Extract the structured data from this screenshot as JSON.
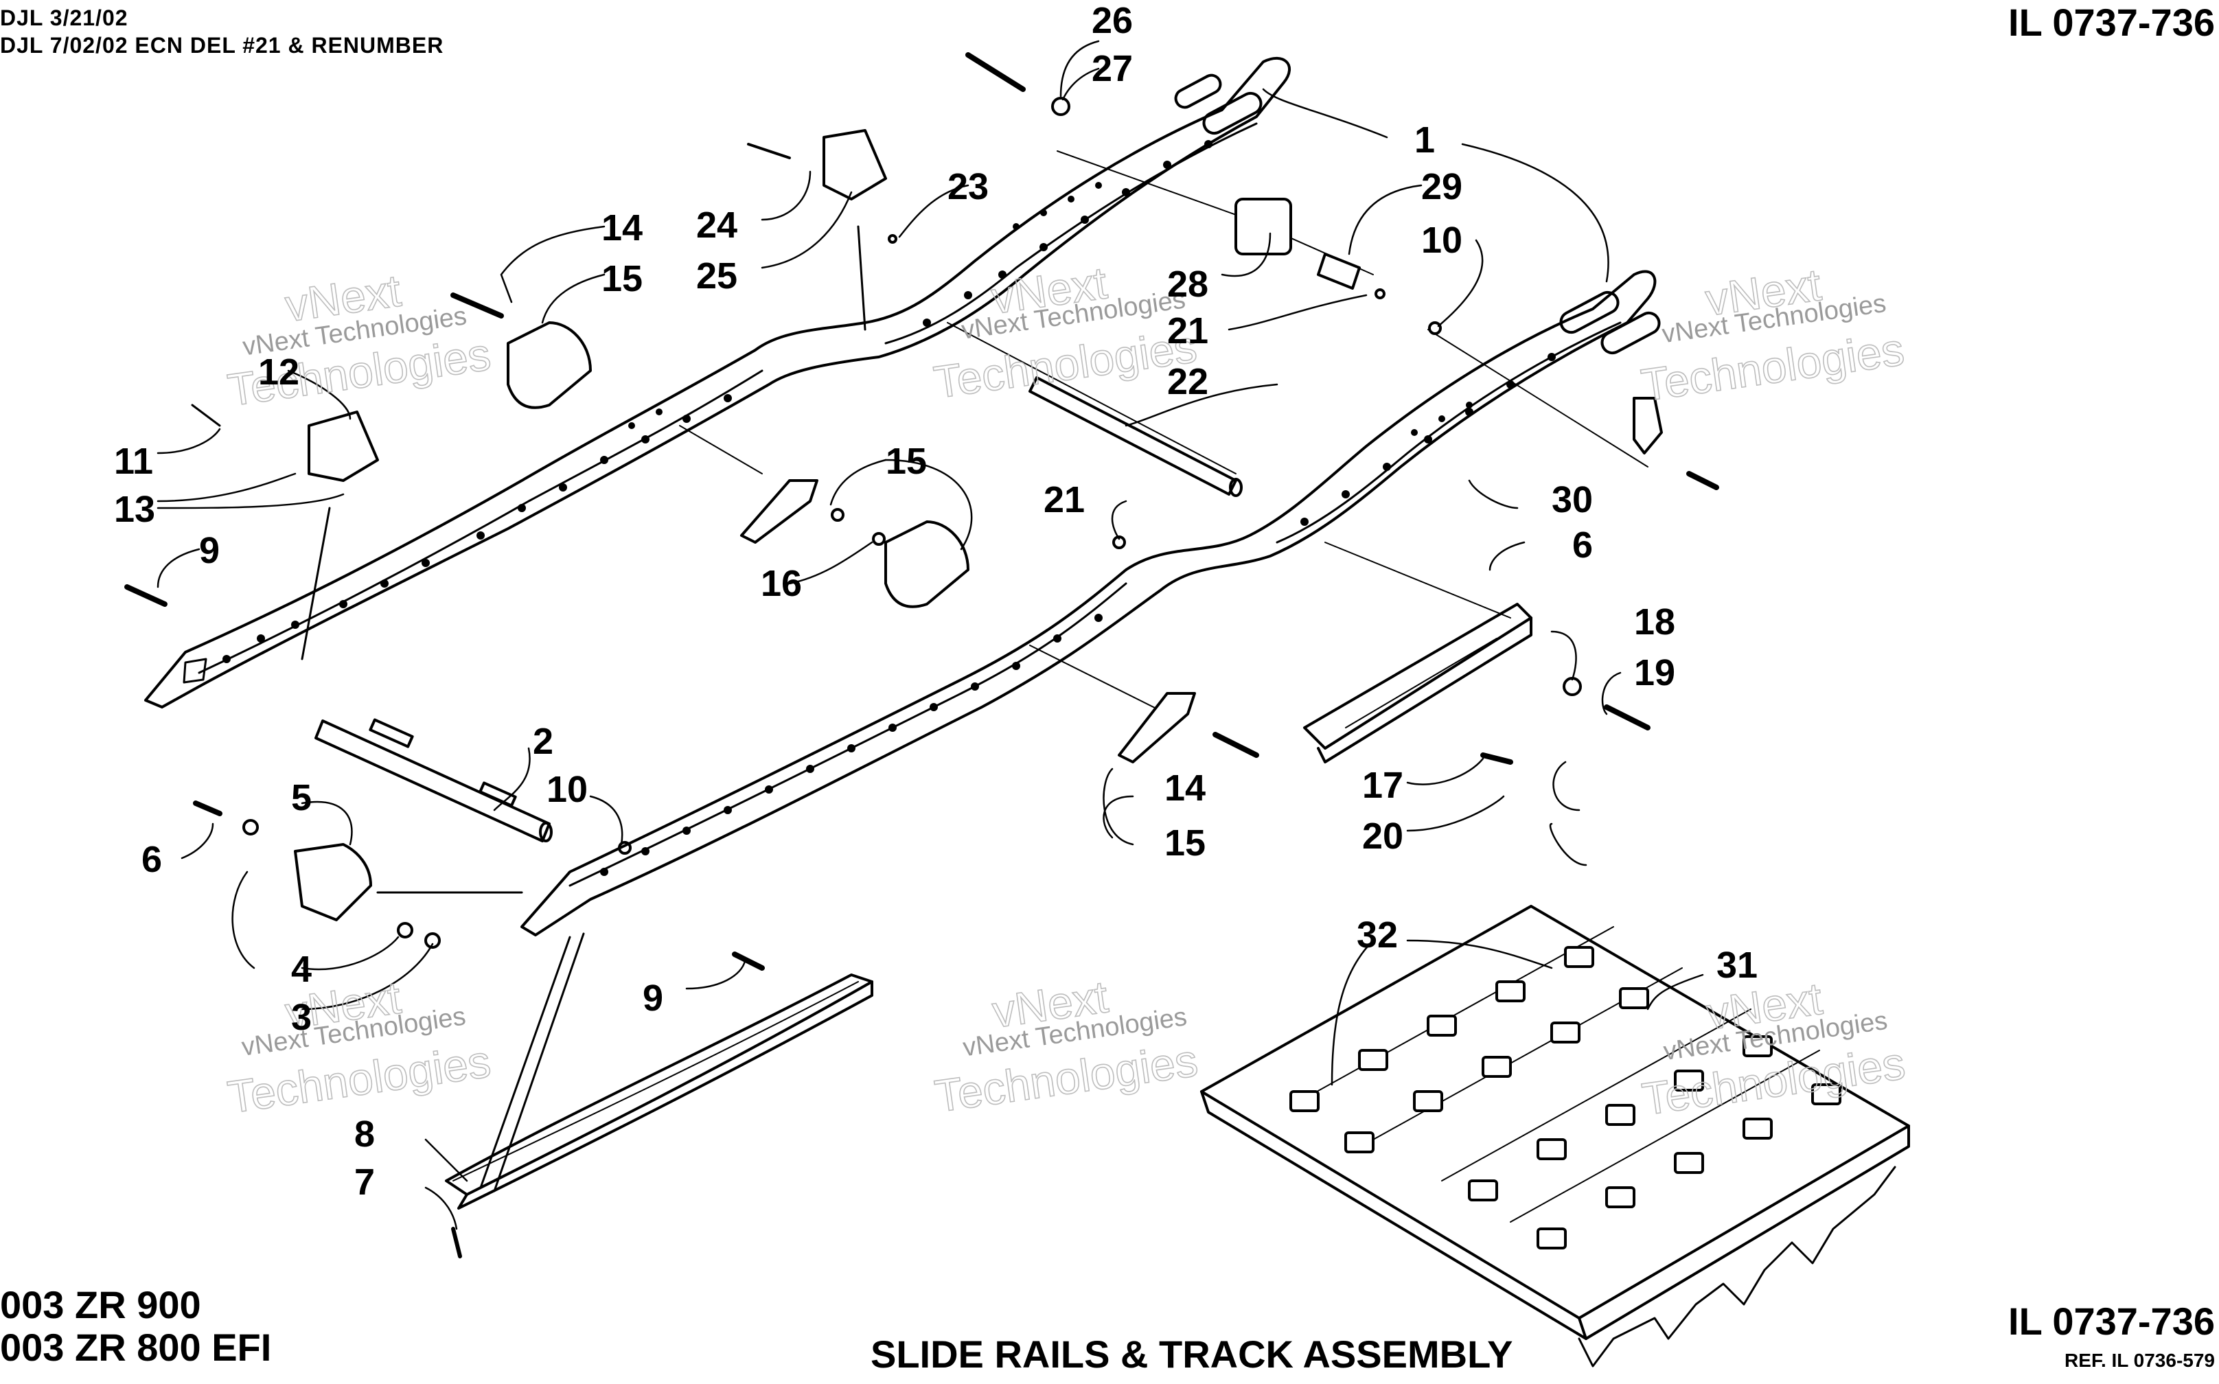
{
  "header": {
    "revision_1": "DJL 3/21/02",
    "revision_2": "DJL 7/02/02 ECN DEL #21 & RENUMBER",
    "il_number_top": "IL 0737-736"
  },
  "footer": {
    "model_1": "003 ZR 900",
    "model_2": "003 ZR 800 EFI",
    "title": "SLIDE RAILS & TRACK ASSEMBLY",
    "il_number_bottom": "IL 0737-736",
    "reference": "REF. IL 0736-579"
  },
  "watermark": {
    "line_small": "vNext Technologies",
    "line_big_1": "vNext",
    "line_big_2": "Technologies"
  },
  "callouts": {
    "c1": "1",
    "c2": "2",
    "c3": "3",
    "c4": "4",
    "c5": "5",
    "c6a": "6",
    "c6b": "6",
    "c7": "7",
    "c8": "8",
    "c9a": "9",
    "c9b": "9",
    "c10a": "10",
    "c10b": "10",
    "c11": "11",
    "c12": "12",
    "c13": "13",
    "c14a": "14",
    "c14b": "14",
    "c15a": "15",
    "c15b": "15",
    "c15c": "15",
    "c16": "16",
    "c17": "17",
    "c18": "18",
    "c19": "19",
    "c20": "20",
    "c21a": "21",
    "c21b": "21",
    "c22": "22",
    "c23": "23",
    "c24": "24",
    "c25": "25",
    "c26": "26",
    "c27": "27",
    "c28": "28",
    "c29": "29",
    "c30": "30",
    "c31": "31",
    "c32": "32"
  }
}
